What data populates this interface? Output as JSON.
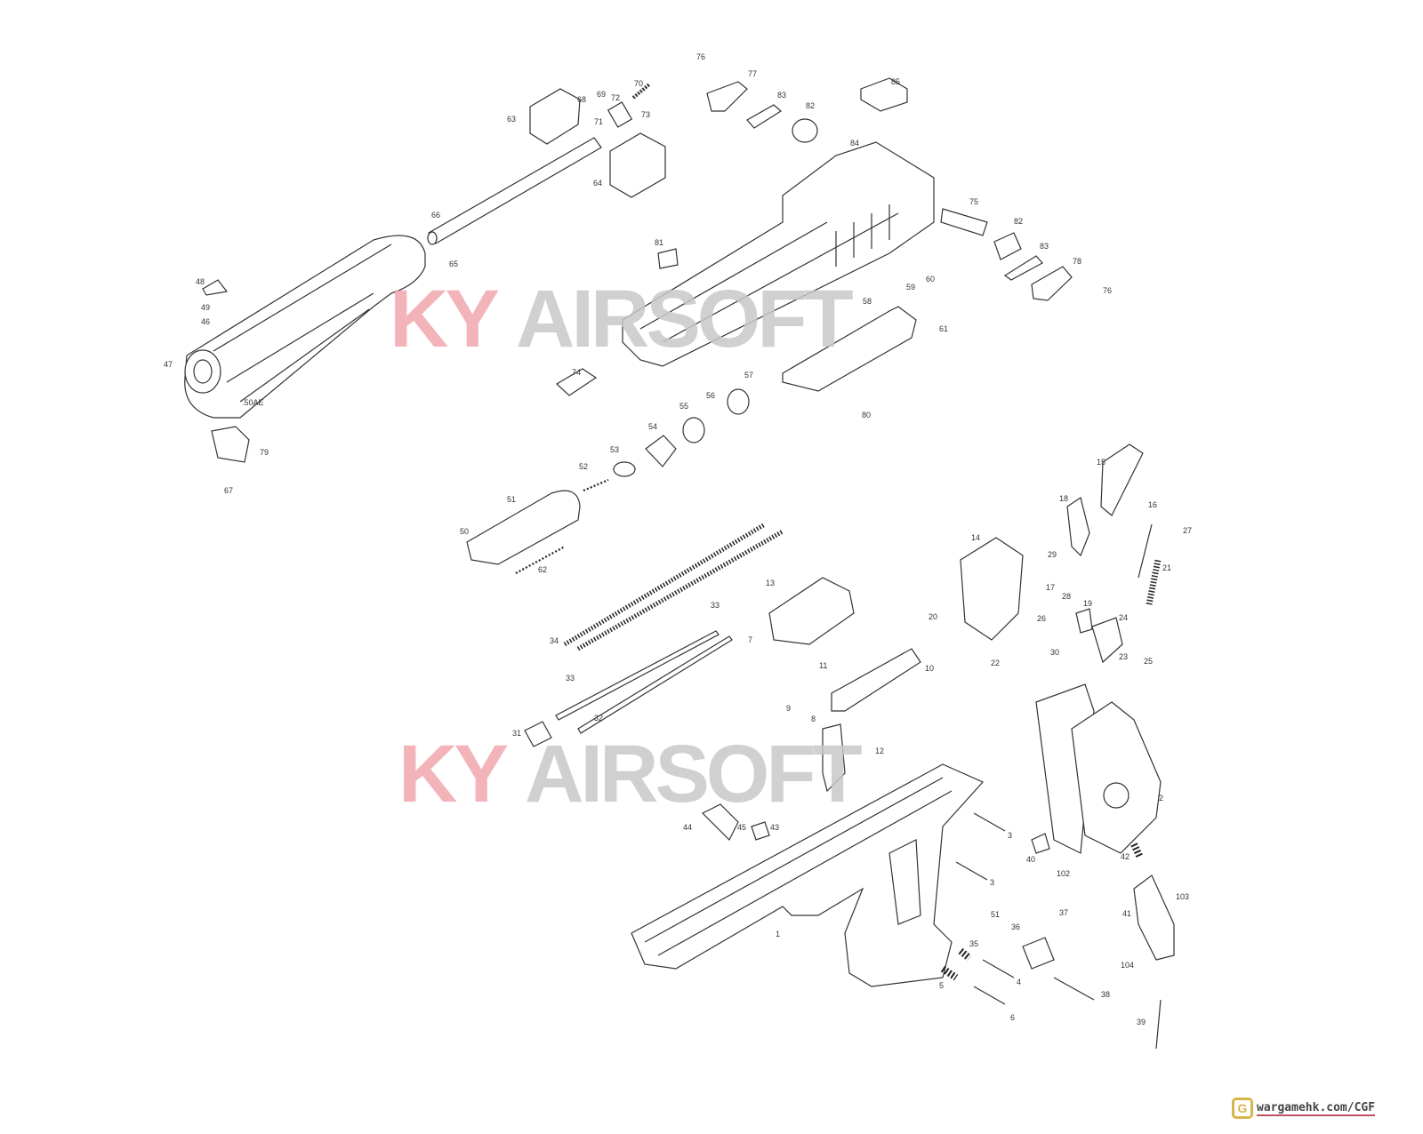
{
  "diagram": {
    "type": "exploded parts diagram",
    "barrel_marking": ".50AE",
    "watermark": {
      "prefix": "KY",
      "suffix": "AIRSOFT",
      "prefix_color": "#f0a8ac",
      "suffix_color": "#c8c8c8"
    },
    "part_labels": [
      "76",
      "77",
      "70",
      "68",
      "69",
      "72",
      "71",
      "73",
      "63",
      "83",
      "82",
      "85",
      "84",
      "64",
      "66",
      "75",
      "82",
      "81",
      "83",
      "78",
      "76",
      "48",
      "49",
      "46",
      "59",
      "60",
      "65",
      "58",
      "61",
      "47",
      "74",
      "57",
      "56",
      "55",
      "80",
      "54",
      "53",
      "79",
      "52",
      "15",
      "67",
      "51",
      "18",
      "16",
      "27",
      "50",
      "14",
      "29",
      "62",
      "21",
      "13",
      "17",
      "28",
      "19",
      "33",
      "20",
      "26",
      "24",
      "34",
      "7",
      "30",
      "11",
      "10",
      "22",
      "23",
      "25",
      "33",
      "9",
      "31",
      "32",
      "12",
      "8",
      "2",
      "44",
      "45",
      "43",
      "3",
      "40",
      "42",
      "102",
      "3",
      "103",
      "41",
      "51",
      "36",
      "37",
      "1",
      "35",
      "104",
      "4",
      "5",
      "38",
      "6",
      "39"
    ]
  },
  "footer": {
    "logo": "G",
    "url": "wargamehk.com/CGF"
  }
}
